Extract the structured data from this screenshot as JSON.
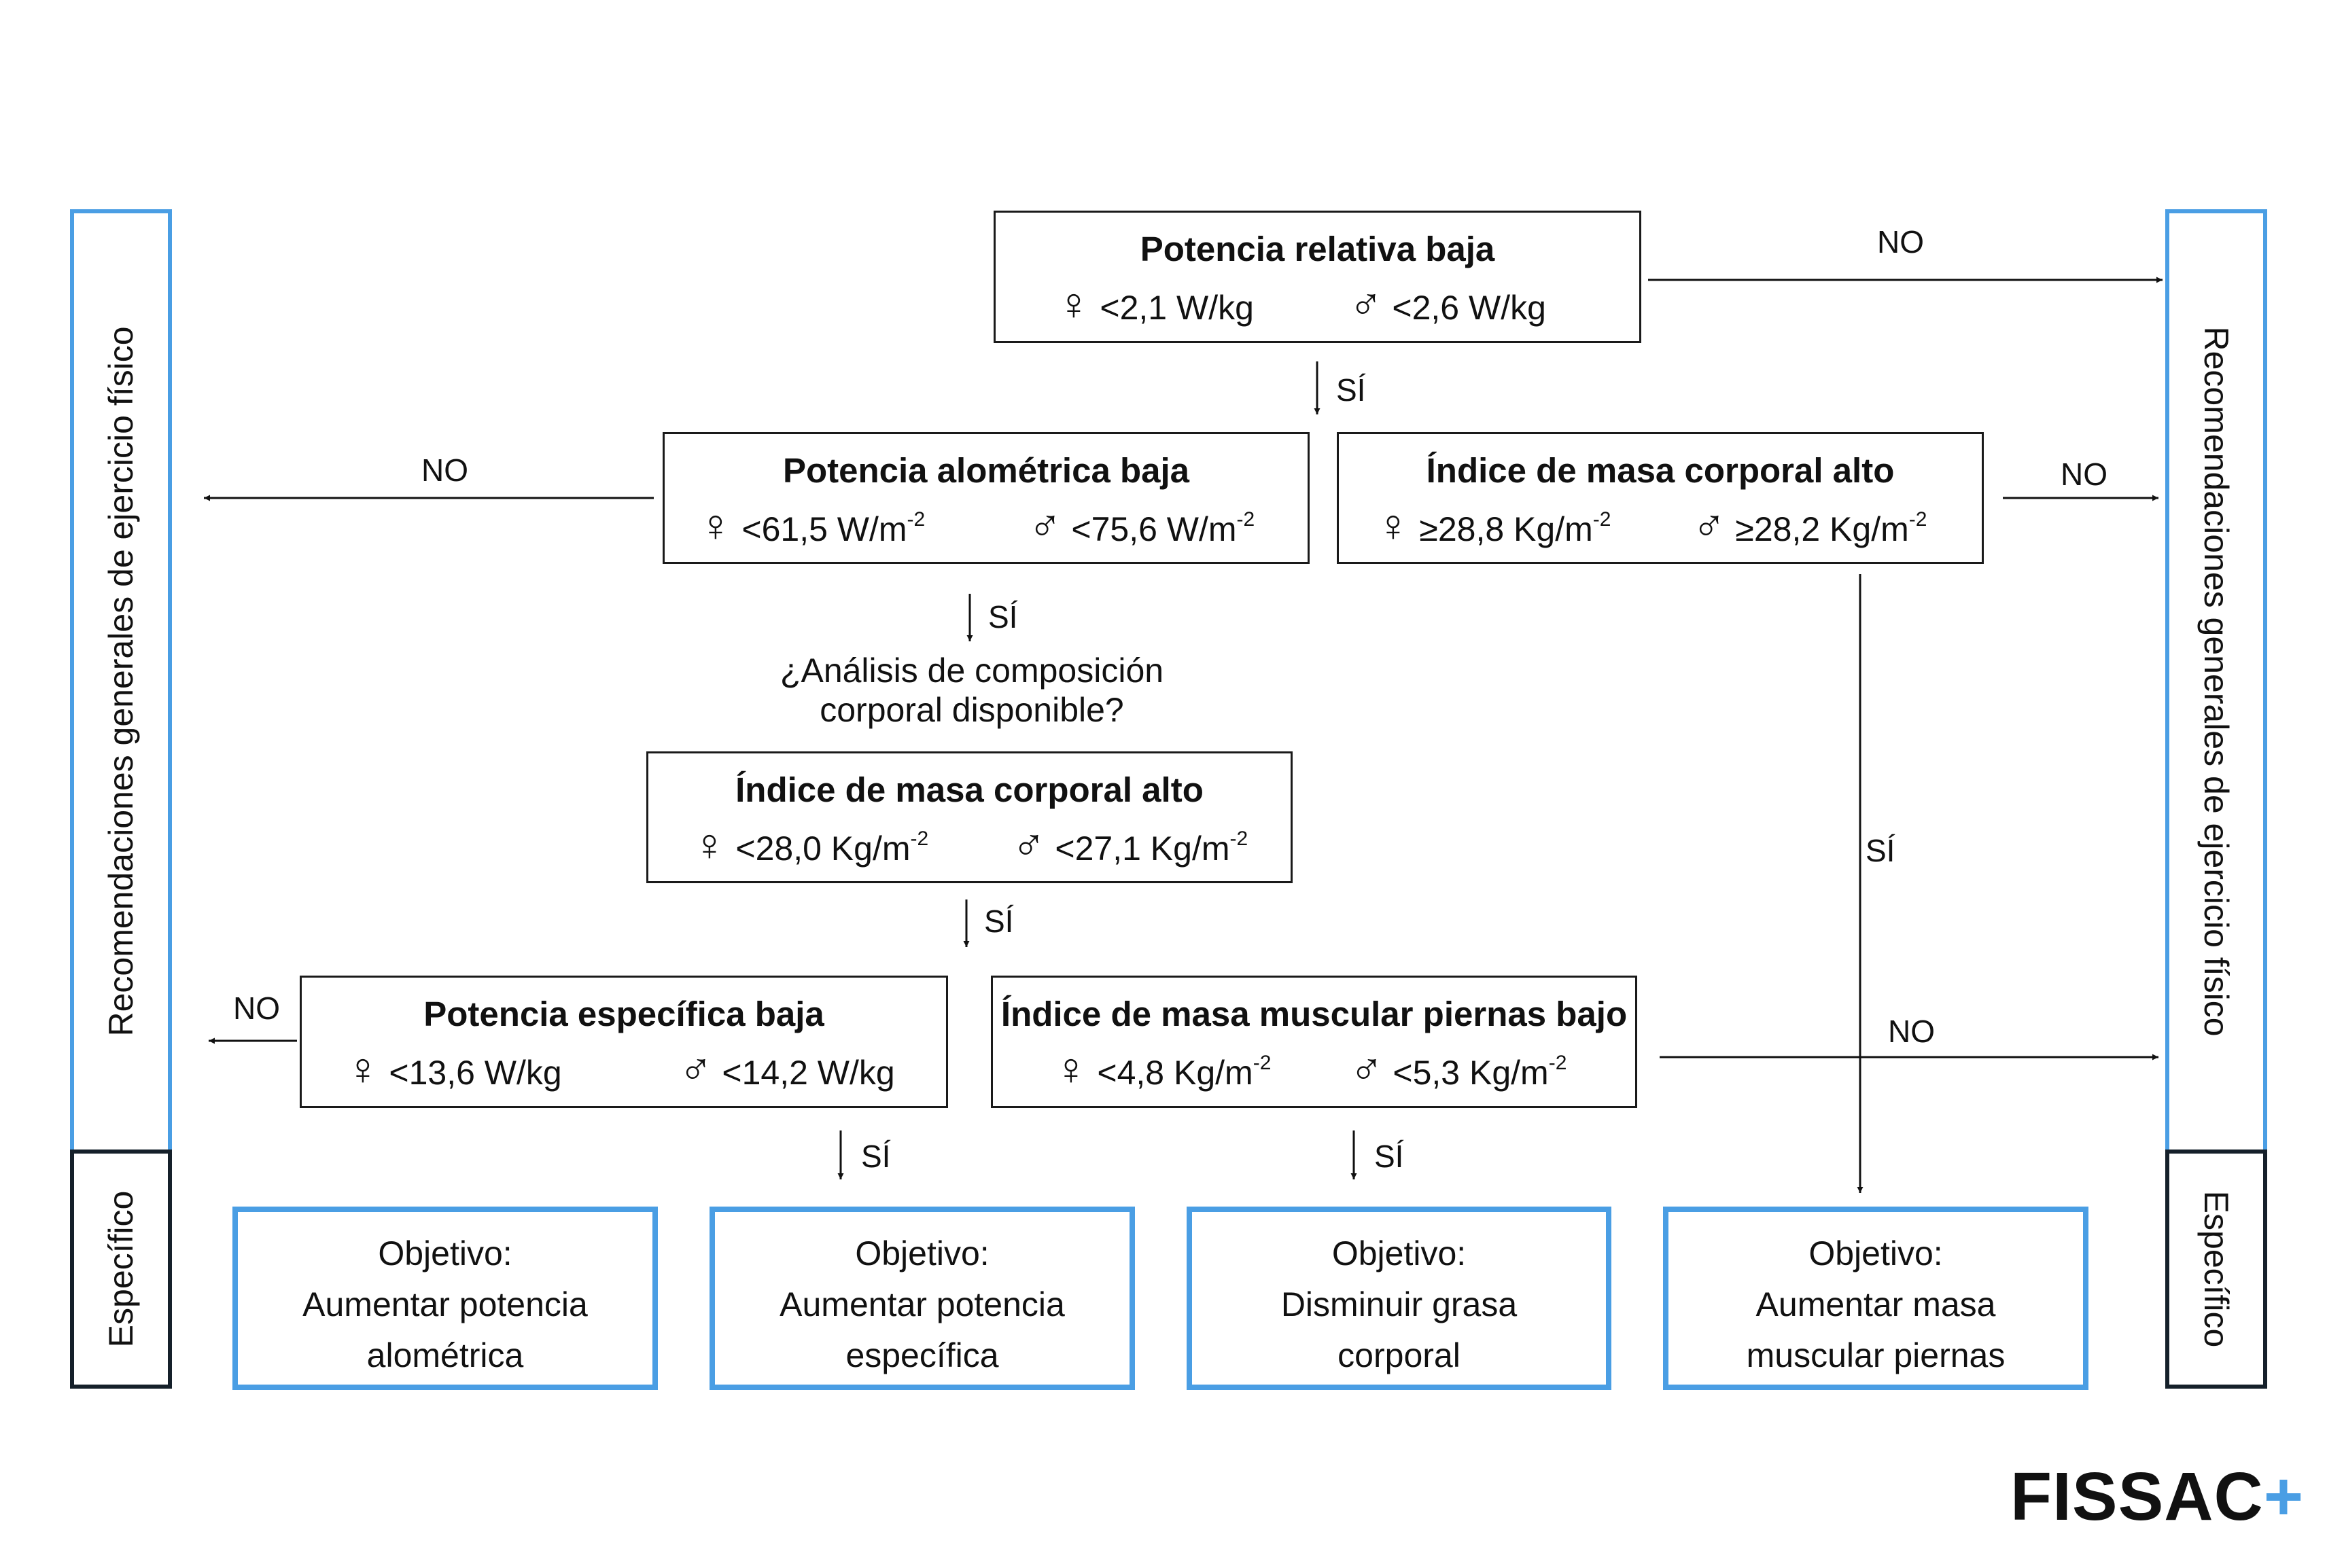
{
  "side_left": {
    "general": "Recomendaciones generales de ejercicio físico",
    "specific": "Específico"
  },
  "side_right": {
    "general": "Recomendaciones generales de ejercicio físico",
    "specific": "Específico"
  },
  "box1": {
    "title": "Potencia relativa baja",
    "f_sym": "♀",
    "f_val": "<2,1 W/kg",
    "m_sym": "♂",
    "m_val": "<2,6 W/kg"
  },
  "box2": {
    "title": "Potencia alométrica baja",
    "f_sym": "♀",
    "f_val": "<61,5 W/m",
    "f_sup": "-2",
    "m_sym": "♂",
    "m_val": "<75,6 W/m",
    "m_sup": "-2"
  },
  "box3": {
    "title": "Índice de masa corporal alto",
    "f_sym": "♀",
    "f_val": "≥28,8 Kg/m",
    "f_sup": "-2",
    "m_sym": "♂",
    "m_val": "≥28,2 Kg/m",
    "m_sup": "-2"
  },
  "question": {
    "line1": "¿Análisis de composición",
    "line2": "corporal disponible?"
  },
  "box4": {
    "title": "Índice de masa corporal alto",
    "f_sym": "♀",
    "f_val": "<28,0 Kg/m",
    "f_sup": "-2",
    "m_sym": "♂",
    "m_val": "<27,1 Kg/m",
    "m_sup": "-2"
  },
  "box5": {
    "title": "Potencia específica baja",
    "f_sym": "♀",
    "f_val": "<13,6 W/kg",
    "m_sym": "♂",
    "m_val": "<14,2 W/kg"
  },
  "box6": {
    "title": "Índice de masa muscular piernas bajo",
    "f_sym": "♀",
    "f_val": "<4,8 Kg/m",
    "f_sup": "-2",
    "m_sym": "♂",
    "m_val": "<5,3 Kg/m",
    "m_sup": "-2"
  },
  "labels": {
    "yes": "SÍ",
    "no": "NO"
  },
  "goals": [
    {
      "l1": "Objetivo:",
      "l2": "Aumentar potencia",
      "l3": "alométrica"
    },
    {
      "l1": "Objetivo:",
      "l2": "Aumentar potencia",
      "l3": "específica"
    },
    {
      "l1": "Objetivo:",
      "l2": "Disminuir grasa",
      "l3": "corporal"
    },
    {
      "l1": "Objetivo:",
      "l2": "Aumentar masa",
      "l3": "muscular piernas"
    }
  ],
  "logo": {
    "text": "FISSAC",
    "plus": "+"
  },
  "colors": {
    "accent": "#4a9ee4",
    "dark": "#15202a"
  }
}
